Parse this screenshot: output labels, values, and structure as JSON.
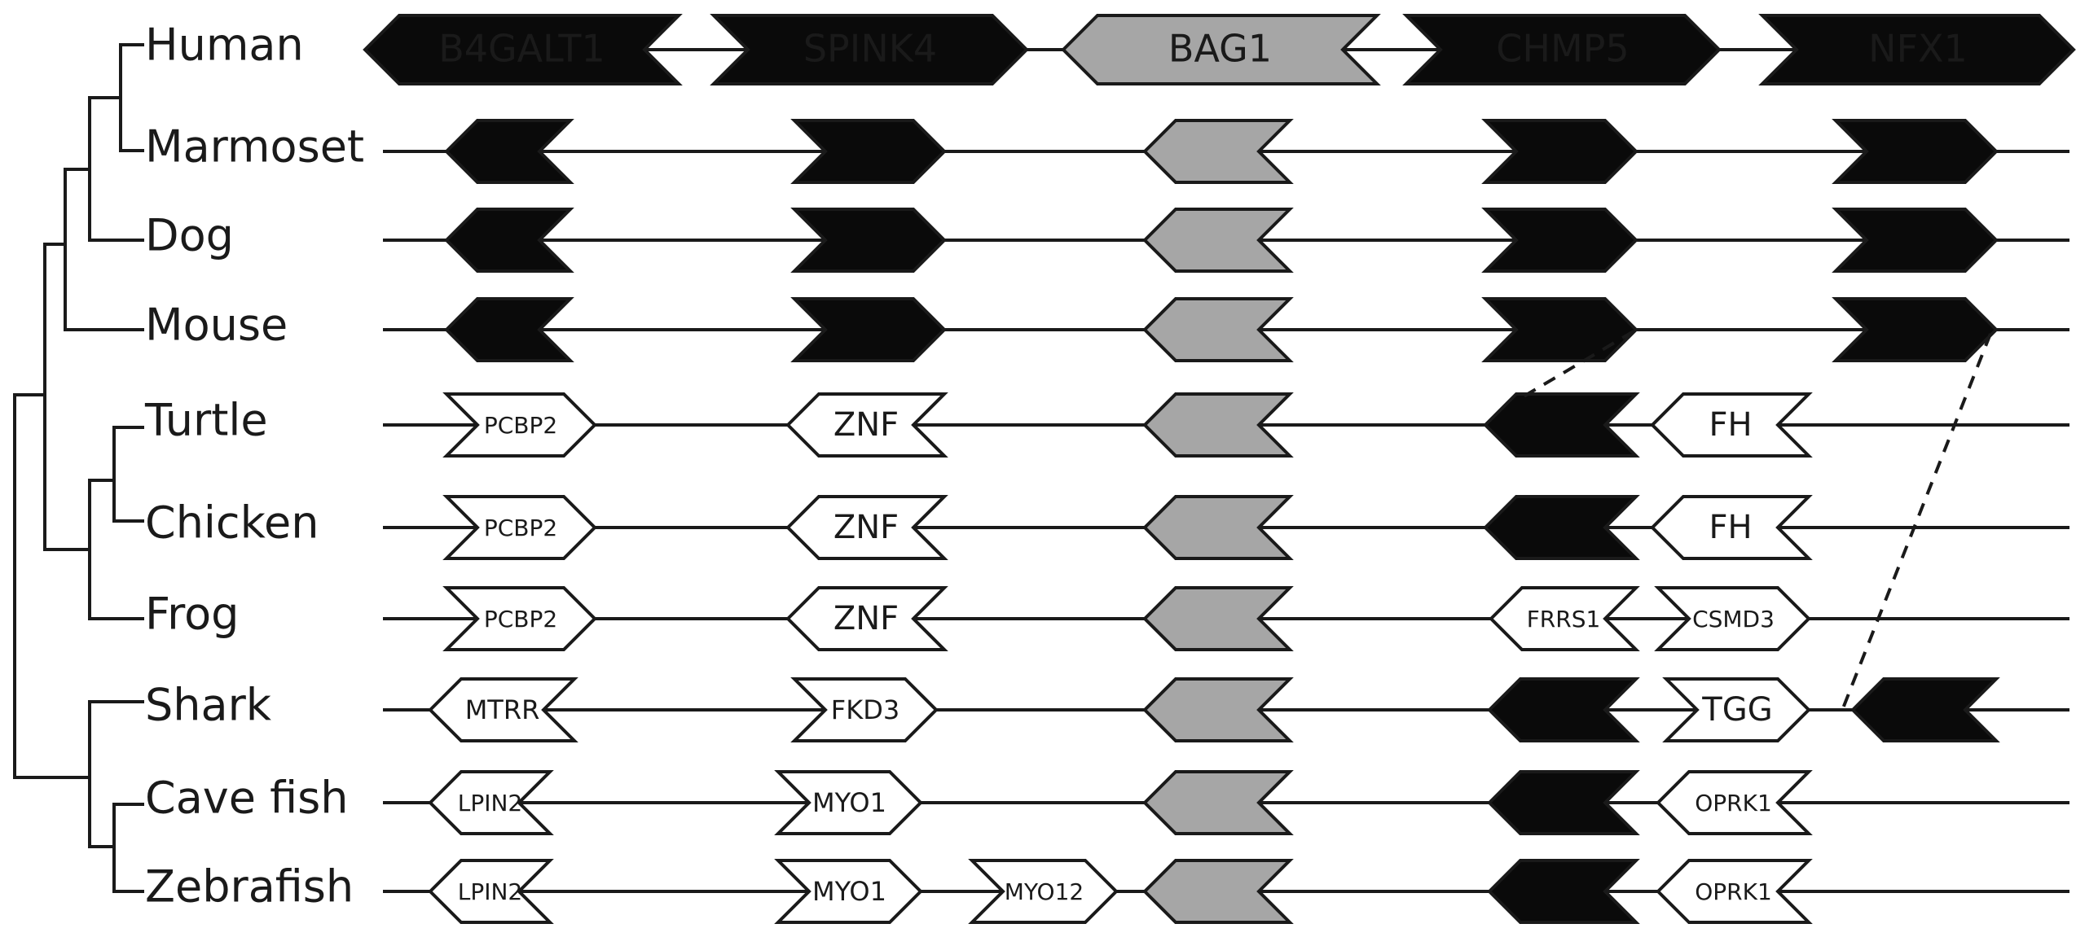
{
  "colors": {
    "black": "#0a0a0a",
    "grey": "#a6a6a6",
    "white": "#ffffff",
    "stroke": "#1a1a1a",
    "label_on_black": "#ffffff",
    "label_on_grey": "#ffffff",
    "label_on_white": "#1a1a1a"
  },
  "species": [
    "Human",
    "Marmoset",
    "Dog",
    "Mouse",
    "Turtle",
    "Chicken",
    "Frog",
    "Shark",
    "Cave fish",
    "Zebrafish"
  ],
  "rows": [
    {
      "species": "Human",
      "genes": [
        {
          "label": "B4GALT1",
          "dir": "left",
          "fill": "black"
        },
        {
          "label": "SPINK4",
          "dir": "right",
          "fill": "black"
        },
        {
          "label": "BAG1",
          "dir": "left",
          "fill": "grey"
        },
        {
          "label": "CHMP5",
          "dir": "right",
          "fill": "black"
        },
        {
          "label": "NFX1",
          "dir": "right",
          "fill": "black"
        }
      ]
    },
    {
      "species": "Marmoset",
      "genes": [
        {
          "label": "",
          "dir": "left",
          "fill": "black"
        },
        {
          "label": "",
          "dir": "right",
          "fill": "black"
        },
        {
          "label": "",
          "dir": "left",
          "fill": "grey"
        },
        {
          "label": "",
          "dir": "right",
          "fill": "black"
        },
        {
          "label": "",
          "dir": "right",
          "fill": "black"
        }
      ]
    },
    {
      "species": "Dog",
      "genes": [
        {
          "label": "",
          "dir": "left",
          "fill": "black"
        },
        {
          "label": "",
          "dir": "right",
          "fill": "black"
        },
        {
          "label": "",
          "dir": "left",
          "fill": "grey"
        },
        {
          "label": "",
          "dir": "right",
          "fill": "black"
        },
        {
          "label": "",
          "dir": "right",
          "fill": "black"
        }
      ]
    },
    {
      "species": "Mouse",
      "genes": [
        {
          "label": "",
          "dir": "left",
          "fill": "black"
        },
        {
          "label": "",
          "dir": "right",
          "fill": "black"
        },
        {
          "label": "",
          "dir": "left",
          "fill": "grey"
        },
        {
          "label": "",
          "dir": "right",
          "fill": "black"
        },
        {
          "label": "",
          "dir": "right",
          "fill": "black"
        }
      ]
    },
    {
      "species": "Turtle",
      "genes": [
        {
          "label": "PCBP2",
          "dir": "right",
          "fill": "white"
        },
        {
          "label": "ZNF",
          "dir": "left",
          "fill": "white"
        },
        {
          "label": "",
          "dir": "left",
          "fill": "grey"
        },
        {
          "label": "",
          "dir": "left",
          "fill": "black"
        },
        {
          "label": "FH",
          "dir": "left",
          "fill": "white"
        }
      ]
    },
    {
      "species": "Chicken",
      "genes": [
        {
          "label": "PCBP2",
          "dir": "right",
          "fill": "white"
        },
        {
          "label": "ZNF",
          "dir": "left",
          "fill": "white"
        },
        {
          "label": "",
          "dir": "left",
          "fill": "grey"
        },
        {
          "label": "",
          "dir": "left",
          "fill": "black"
        },
        {
          "label": "FH",
          "dir": "left",
          "fill": "white"
        }
      ]
    },
    {
      "species": "Frog",
      "genes": [
        {
          "label": "PCBP2",
          "dir": "right",
          "fill": "white"
        },
        {
          "label": "ZNF",
          "dir": "left",
          "fill": "white"
        },
        {
          "label": "",
          "dir": "left",
          "fill": "grey"
        },
        {
          "label": "FRRS1",
          "dir": "left",
          "fill": "white"
        },
        {
          "label": "CSMD3",
          "dir": "right",
          "fill": "white"
        }
      ]
    },
    {
      "species": "Shark",
      "genes": [
        {
          "label": "MTRR",
          "dir": "left",
          "fill": "white"
        },
        {
          "label": "FKD3",
          "dir": "right",
          "fill": "white"
        },
        {
          "label": "",
          "dir": "left",
          "fill": "grey"
        },
        {
          "label": "",
          "dir": "left",
          "fill": "black"
        },
        {
          "label": "TGG",
          "dir": "right",
          "fill": "white"
        },
        {
          "label": "",
          "dir": "left",
          "fill": "black"
        }
      ]
    },
    {
      "species": "Cave fish",
      "genes": [
        {
          "label": "LPIN2",
          "dir": "left",
          "fill": "white"
        },
        {
          "label": "MYO1",
          "dir": "right",
          "fill": "white"
        },
        {
          "label": "",
          "dir": "left",
          "fill": "grey"
        },
        {
          "label": "",
          "dir": "left",
          "fill": "black"
        },
        {
          "label": "OPRK1",
          "dir": "left",
          "fill": "white"
        }
      ]
    },
    {
      "species": "Zebrafish",
      "genes": [
        {
          "label": "LPIN2",
          "dir": "left",
          "fill": "white"
        },
        {
          "label": "MYO1",
          "dir": "right",
          "fill": "white"
        },
        {
          "label": "MYO12",
          "dir": "right",
          "fill": "white"
        },
        {
          "label": "",
          "dir": "left",
          "fill": "grey"
        },
        {
          "label": "",
          "dir": "left",
          "fill": "black"
        },
        {
          "label": "OPRK1",
          "dir": "left",
          "fill": "white"
        }
      ]
    }
  ]
}
